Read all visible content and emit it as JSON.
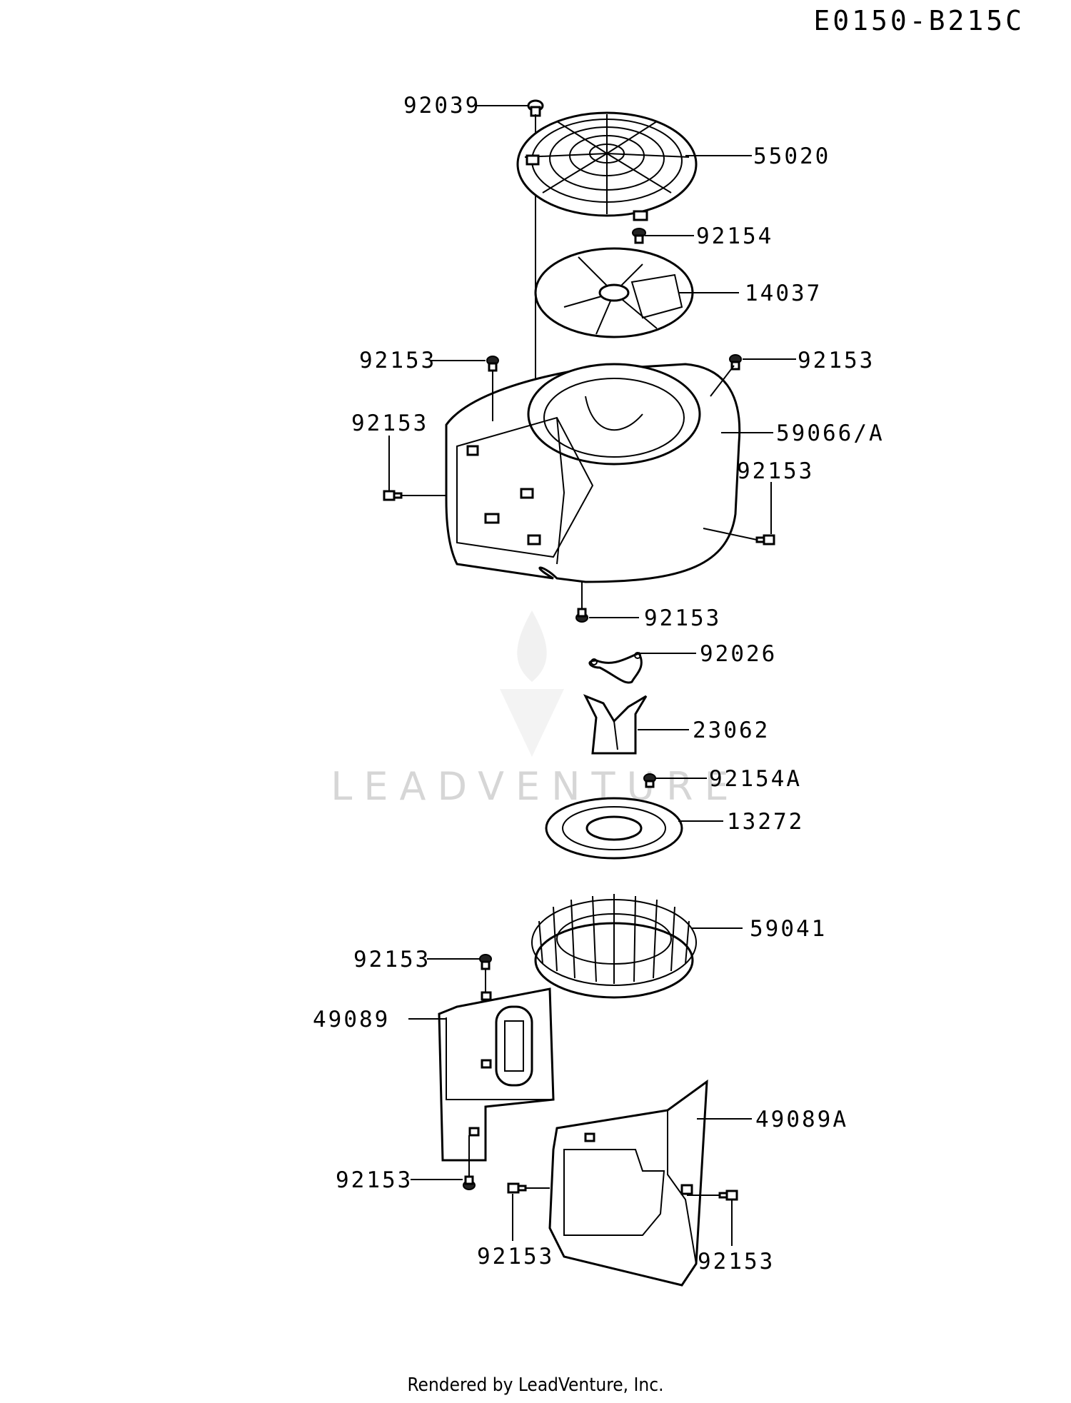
{
  "diagram_code": "E0150-B215C",
  "footer": "Rendered by LeadVenture, Inc.",
  "watermark": "LEADVENTURE",
  "part_labels": [
    "92039",
    "55020",
    "92154",
    "14037",
    "92153",
    "92153",
    "92153",
    "59066/A",
    "92153",
    "92153",
    "92026",
    "23062",
    "92154A",
    "13272",
    "59041",
    "92153",
    "49089",
    "49089A",
    "92153",
    "92153",
    "92153"
  ]
}
